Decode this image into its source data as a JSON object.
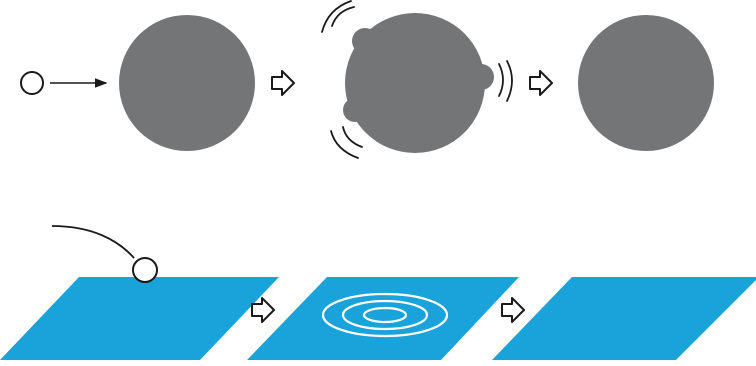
{
  "colors": {
    "sphere": "#737576",
    "plane": "#1aa2da",
    "ink": "#1a1a1a",
    "ripple": "#ffffff",
    "background": "#ffffff"
  },
  "icons": {
    "arrow": "hollow-right-arrow",
    "vibration": "arc-vibration-lines",
    "ripple": "concentric-ellipses"
  }
}
